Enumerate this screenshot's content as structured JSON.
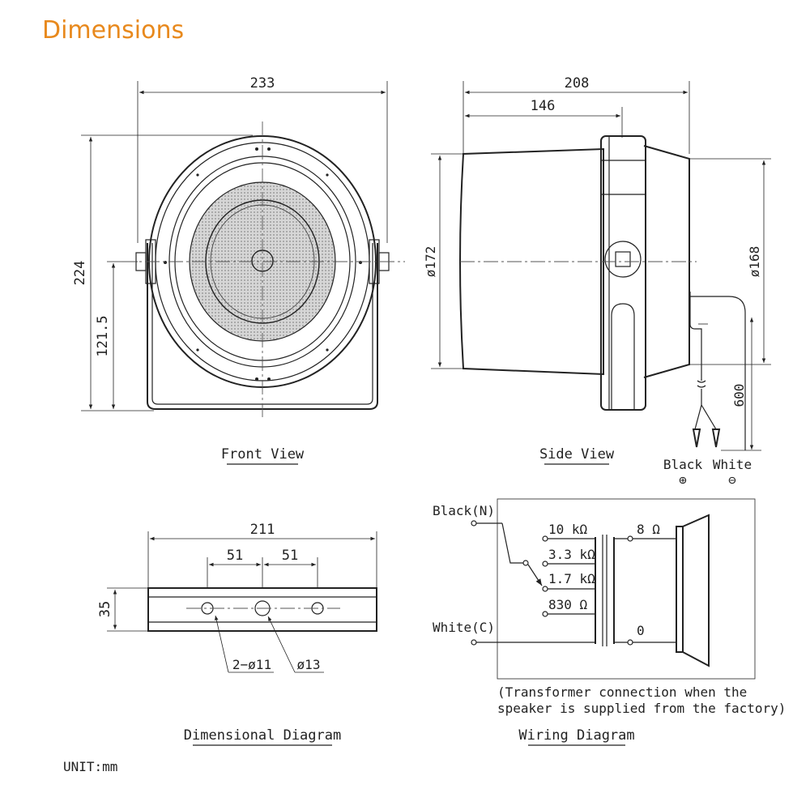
{
  "page": {
    "title": "Dimensions",
    "unit": "UNIT:mm"
  },
  "front_view": {
    "caption": "Front View",
    "width": "233",
    "height": "224",
    "center_height": "121.5"
  },
  "side_view": {
    "caption": "Side View",
    "depth": "208",
    "depth_to_bracket": "146",
    "rear_diameter": "ø172",
    "front_diameter": "ø168",
    "cable_length": "600",
    "wire_black": "Black",
    "wire_white": "White",
    "wire_black_polarity": "⊕",
    "wire_white_polarity": "⊖"
  },
  "dimensional_diagram": {
    "caption": "Dimensional Diagram",
    "length": "211",
    "spacing_left": "51",
    "spacing_right": "51",
    "thickness": "35",
    "hole_small": "2−ø11",
    "hole_large": "ø13"
  },
  "wiring_diagram": {
    "caption": "Wiring Diagram",
    "input_black": "Black(N)",
    "input_white": "White(C)",
    "taps": [
      "10 kΩ",
      "3.3 kΩ",
      "1.7 kΩ",
      "830 Ω"
    ],
    "secondary_top": "8 Ω",
    "secondary_bottom": "0",
    "note_line1": "(Transformer connection when the",
    "note_line2": "speaker is supplied from the factory)"
  }
}
